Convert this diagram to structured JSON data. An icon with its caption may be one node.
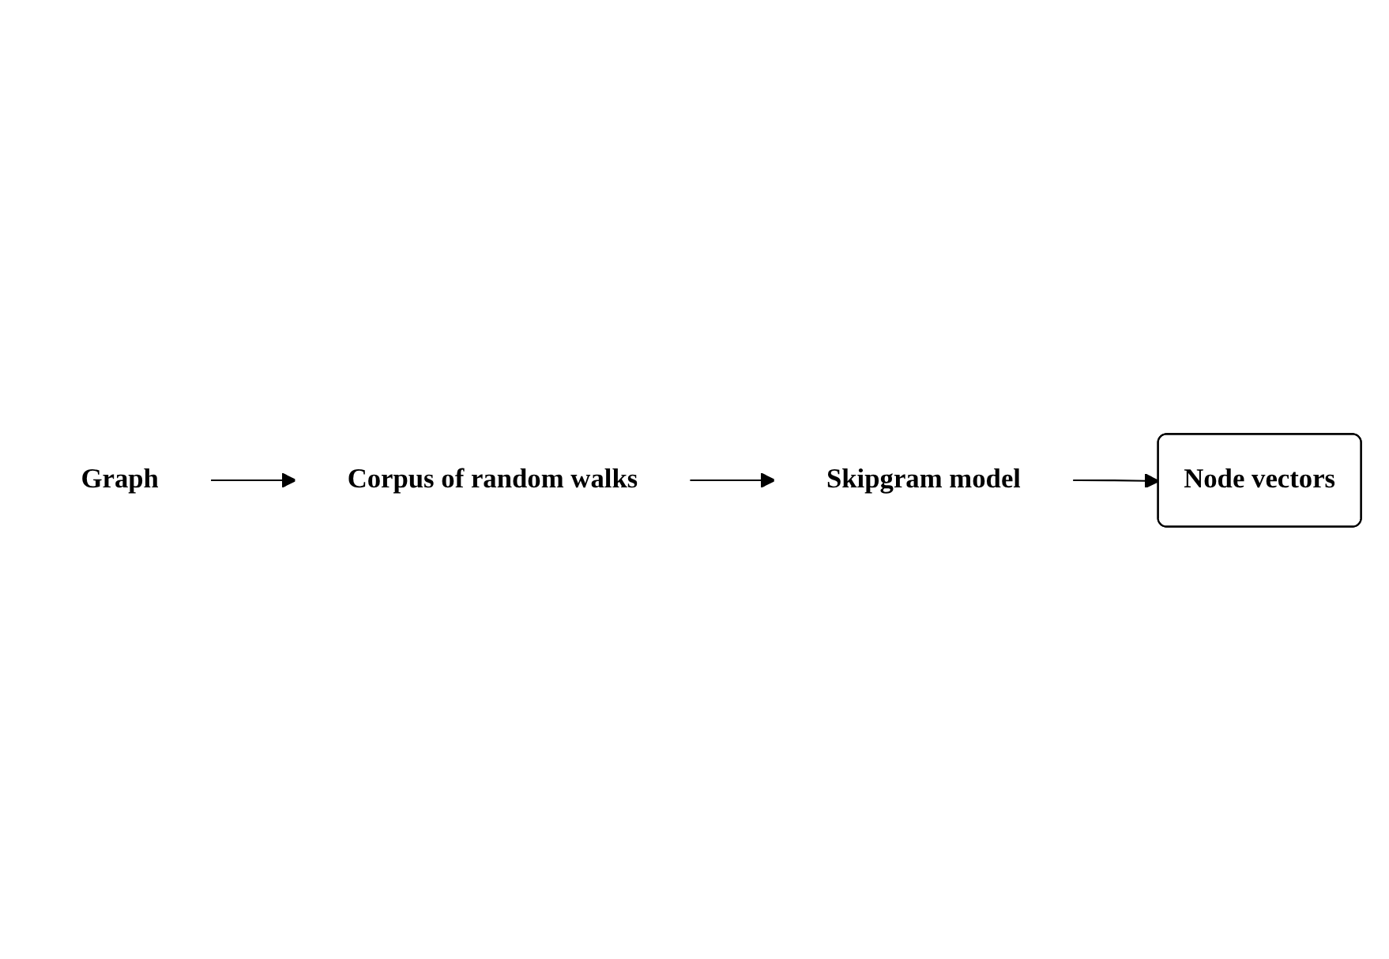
{
  "diagram": {
    "nodes": [
      {
        "text": [
          "Graph"
        ]
      },
      {
        "text": [
          "Corpus of random walks"
        ]
      },
      {
        "text": [
          "Skipgram model"
        ]
      },
      {
        "text": [
          "Node vectors"
        ]
      }
    ],
    "edges": [
      {
        "from": 0,
        "to": 1,
        "arrow": "to"
      },
      {
        "from": 1,
        "to": 2,
        "arrow": "to"
      },
      {
        "from": 2,
        "to": 3,
        "arrow": "to"
      }
    ]
  }
}
